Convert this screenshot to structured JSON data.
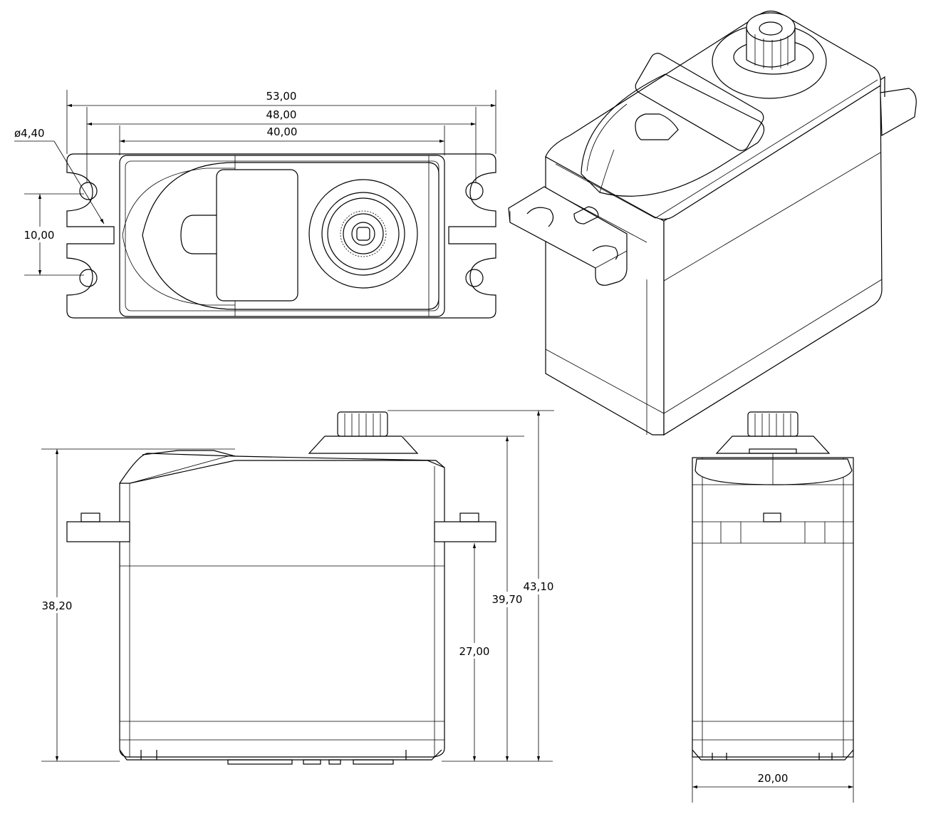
{
  "drawing": {
    "dimensions": {
      "overall_length": "53,00",
      "mount_spacing": "48,00",
      "body_length": "40,00",
      "hole_diameter": "ø4,40",
      "slot_spacing": "10,00",
      "mount_height": "38,20",
      "flange_height": "27,00",
      "case_height": "39,70",
      "total_height": "43,10",
      "width": "20,00"
    }
  }
}
